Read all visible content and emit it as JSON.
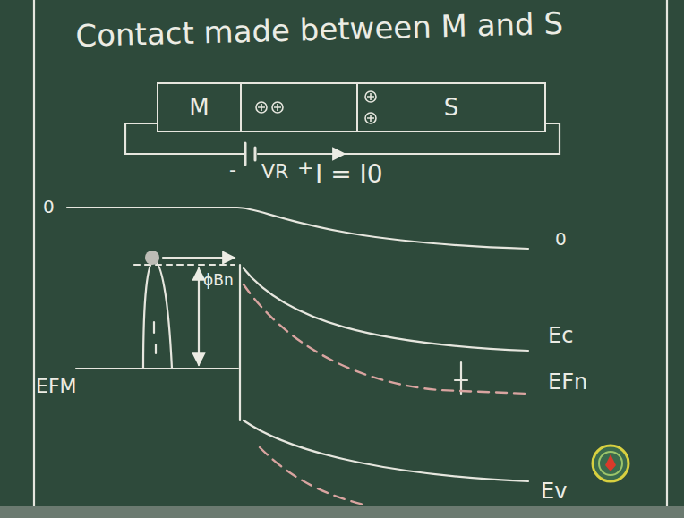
{
  "diagram": {
    "title": "Contact made between M and S",
    "nodes": [
      {
        "text": [
          "M"
        ]
      },
      {
        "text": [
          "S"
        ]
      }
    ],
    "labels": [
      "-",
      "VR",
      "+",
      "I = I0",
      "0",
      "0",
      "ϕBn",
      "EFM",
      "Ec",
      "EFn",
      "Ev"
    ]
  }
}
